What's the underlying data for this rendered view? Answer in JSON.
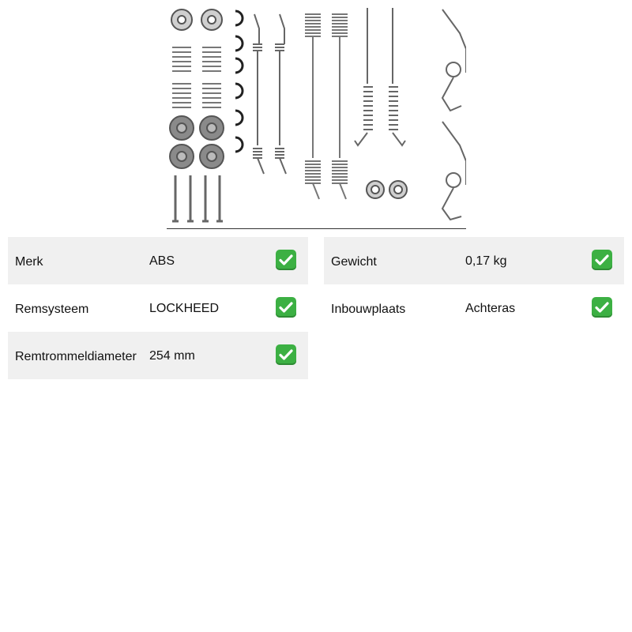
{
  "specs": [
    {
      "label": "Merk",
      "value": "ABS",
      "checked": true
    },
    {
      "label": "Gewicht",
      "value": "0,17 kg",
      "checked": true
    },
    {
      "label": "Remsysteem",
      "value": "LOCKHEED",
      "checked": true
    },
    {
      "label": "Inbouwplaats",
      "value": "Achteras",
      "checked": true
    },
    {
      "label": "Remtrommeldiameter",
      "value": "254 mm",
      "checked": true
    }
  ],
  "icons": {
    "check": "check-mark-icon",
    "product": "brake-shoe-fitting-kit-image"
  },
  "colors": {
    "row_shade": "#f0f0f0",
    "check_green": "#3cb043"
  }
}
